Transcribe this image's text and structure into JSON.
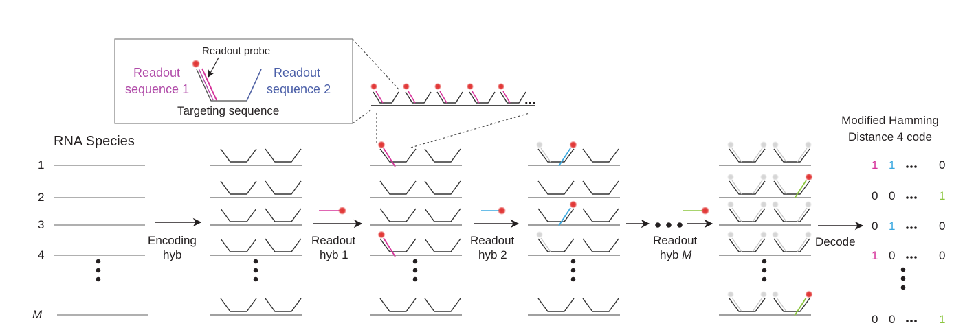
{
  "colors": {
    "text": "#231f20",
    "strand": "#4d4d4d",
    "rna_line": "#808080",
    "probe_dark": "#333333",
    "probe_faded": "#c8c8c8",
    "dot_faded": "#d9d9d9",
    "readout1": "#d6339a",
    "readout2": "#3aa8e0",
    "readoutM": "#8cc63f",
    "fluor": "#e0302f",
    "inset_readout1_label": "#b04aa8",
    "inset_readout2_label": "#4b5fa8"
  },
  "inset": {
    "readout_probe_label": "Readout probe",
    "readout_seq1_label": [
      "Readout",
      "sequence 1"
    ],
    "readout_seq2_label": [
      "Readout",
      "sequence 2"
    ],
    "targeting_label": "Targeting sequence",
    "ellipsis": "..."
  },
  "rna": {
    "title": "RNA Species",
    "row_labels": [
      "1",
      "2",
      "3",
      "4",
      "M"
    ]
  },
  "steps": [
    {
      "id": "encoding",
      "label": [
        "Encoding",
        "hyb"
      ]
    },
    {
      "id": "hyb1",
      "label": [
        "Readout",
        "hyb 1"
      ],
      "probe_color_key": "readout1"
    },
    {
      "id": "hyb2",
      "label": [
        "Readout",
        "hyb 2"
      ],
      "probe_color_key": "readout2"
    },
    {
      "id": "hybM",
      "label": [
        "Readout",
        "hyb M"
      ],
      "probe_color_key": "readoutM"
    },
    {
      "id": "decode",
      "label": [
        "Decode"
      ]
    }
  ],
  "panels": {
    "hyb1": {
      "active_rows": [
        1,
        4
      ]
    },
    "hyb2": {
      "active_rows": [
        1,
        3
      ],
      "faded_rows": [
        1,
        4
      ]
    },
    "hybM": {
      "active_rows": [
        2,
        5
      ]
    }
  },
  "code": {
    "title": [
      "Modified Hamming",
      "Distance 4 code"
    ],
    "rows": [
      [
        {
          "v": "1",
          "c": "readout1"
        },
        {
          "v": "1",
          "c": "readout2"
        },
        {
          "v": "...",
          "c": "text"
        },
        {
          "v": "0",
          "c": "text"
        }
      ],
      [
        {
          "v": "0",
          "c": "text"
        },
        {
          "v": "0",
          "c": "text"
        },
        {
          "v": "...",
          "c": "text"
        },
        {
          "v": "1",
          "c": "readoutM"
        }
      ],
      [
        {
          "v": "0",
          "c": "text"
        },
        {
          "v": "1",
          "c": "readout2"
        },
        {
          "v": "...",
          "c": "text"
        },
        {
          "v": "0",
          "c": "text"
        }
      ],
      [
        {
          "v": "1",
          "c": "readout1"
        },
        {
          "v": "0",
          "c": "text"
        },
        {
          "v": "...",
          "c": "text"
        },
        {
          "v": "0",
          "c": "text"
        }
      ],
      [
        {
          "v": "0",
          "c": "text"
        },
        {
          "v": "0",
          "c": "text"
        },
        {
          "v": "...",
          "c": "text"
        },
        {
          "v": "1",
          "c": "readoutM"
        }
      ]
    ]
  }
}
